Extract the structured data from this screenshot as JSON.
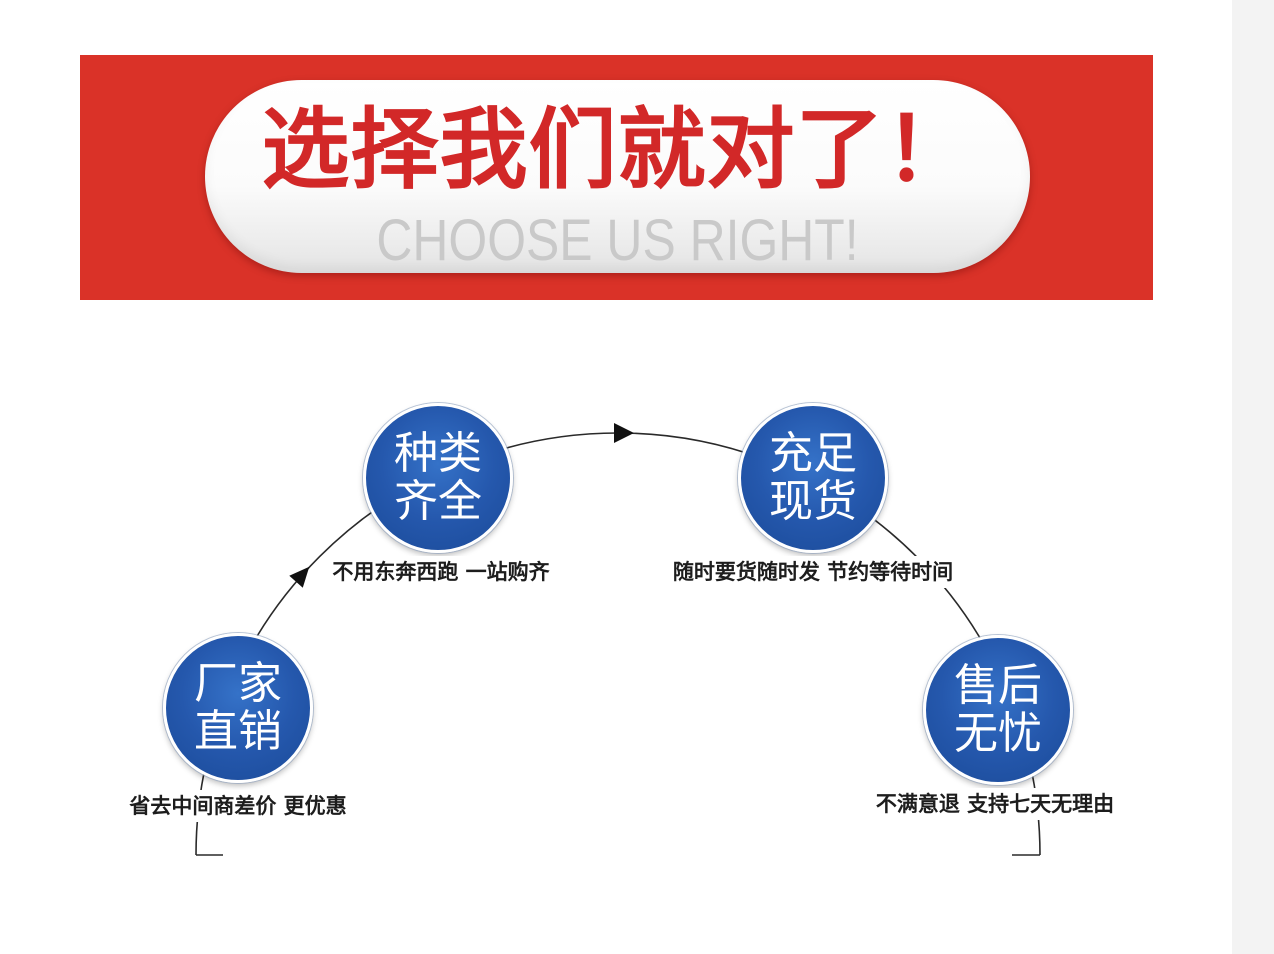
{
  "banner": {
    "title": "选择我们就对了！",
    "subtitle": "CHOOSE US RIGHT!"
  },
  "features": [
    {
      "line1": "厂家",
      "line2": "直销",
      "caption": "省去中间商差价 更优惠"
    },
    {
      "line1": "种类",
      "line2": "齐全",
      "caption": "不用东奔西跑 一站购齐"
    },
    {
      "line1": "充足",
      "line2": "现货",
      "caption": "随时要货随时发 节约等待时间"
    },
    {
      "line1": "售后",
      "line2": "无忧",
      "caption": "不满意退 支持七天无理由"
    }
  ],
  "colors": {
    "banner_red": "#da3228",
    "title_red": "#d22828",
    "subtitle_gray": "#c9c9c9",
    "circle_blue": "#1a4a98"
  }
}
